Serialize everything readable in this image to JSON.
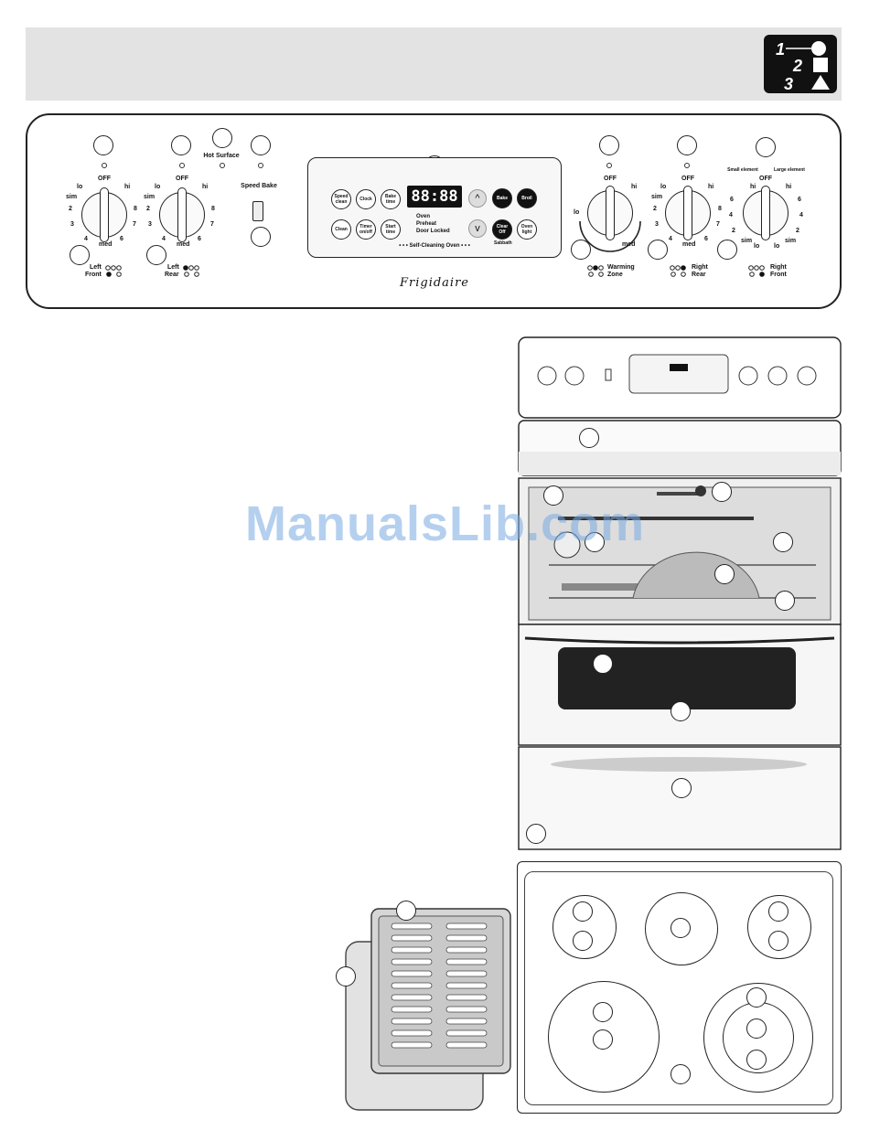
{
  "header": {
    "logo_icon": "number-shape-logo-icon",
    "logo_numbers": [
      "1",
      "2",
      "3"
    ]
  },
  "control_panel": {
    "hot_surface_label": "Hot Surface",
    "speed_bake_label": "Speed Bake",
    "self_cleaning_label": "• • • Self-Cleaning Oven • • •",
    "display_value": "88:88",
    "brand": "Frigidaire",
    "indicators": [
      "Oven",
      "Preheat",
      "Door Locked"
    ],
    "sabbath_label": "Sabbath",
    "buttons": {
      "speed_clean": "Speed clean",
      "clock": "Clock",
      "bake_time": "Bake time",
      "clean": "Clean",
      "timer": "Timer on/off",
      "start_time": "Start time",
      "bake": "Bake",
      "broil": "Broil",
      "clear_off": "Clear Off",
      "oven_light": "Oven light",
      "up": "^",
      "down": "v"
    },
    "knobs": [
      {
        "off": "OFF",
        "lo": "lo",
        "hi": "hi",
        "sim": "sim",
        "med": "med",
        "n2": "2",
        "n3": "3",
        "n4": "4",
        "n6": "6",
        "n7": "7",
        "n8": "8",
        "name": "Left",
        "sub": "Front"
      },
      {
        "off": "OFF",
        "lo": "lo",
        "hi": "hi",
        "sim": "sim",
        "med": "med",
        "n2": "2",
        "n3": "3",
        "n4": "4",
        "n6": "6",
        "n7": "7",
        "n8": "8",
        "name": "Left",
        "sub": "Rear"
      },
      {
        "off": "OFF",
        "lo": "lo",
        "hi": "hi",
        "med": "med",
        "name": "Warming",
        "sub": "Zone"
      },
      {
        "off": "OFF",
        "lo": "lo",
        "hi": "hi",
        "sim": "sim",
        "med": "med",
        "n2": "2",
        "n3": "3",
        "n4": "4",
        "n6": "6",
        "n7": "7",
        "n8": "8",
        "name": "Right",
        "sub": "Rear"
      },
      {
        "off": "OFF",
        "hi": "hi",
        "hi2": "hi",
        "lo": "lo",
        "lo2": "lo",
        "sim": "sim",
        "sim2": "sim",
        "n6": "6",
        "n4": "4",
        "n2": "2",
        "n6b": "6",
        "n4b": "4",
        "n2b": "2",
        "name": "Right",
        "sub": "Front",
        "small": "Small element",
        "large": "Large element"
      }
    ]
  },
  "watermark": "ManualsLib.com"
}
